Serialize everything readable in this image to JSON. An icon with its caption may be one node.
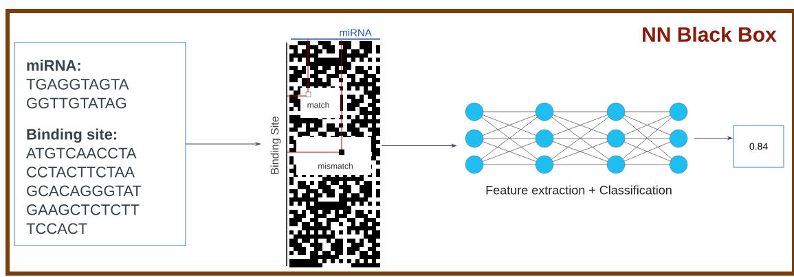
{
  "diagram": {
    "title": "NN Black Box",
    "nodes": [
      {
        "text": [
          "miRNA:",
          "TGAGGTAGTA GGTTGTATAG",
          "Binding site:",
          "ATGTCAACCTA CCTACTTCTAA GCACAGGGTAT GAAGCTCTCTT TCCACT"
        ]
      },
      {
        "text": [],
        "shape": "picture"
      },
      {
        "text": [],
        "shape": "picture",
        "beside": [
          "Feature extraction + Classification"
        ]
      },
      {
        "text": [
          "0.84"
        ]
      }
    ],
    "edges": [
      {
        "from": 0,
        "to": 1,
        "arrow": "to"
      },
      {
        "from": 1,
        "to": 2,
        "arrow": "to"
      },
      {
        "from": 2,
        "to": 3,
        "arrow": "to"
      }
    ],
    "labels": [
      "miRNA",
      "Binding Site",
      "match",
      "mismatch"
    ]
  }
}
